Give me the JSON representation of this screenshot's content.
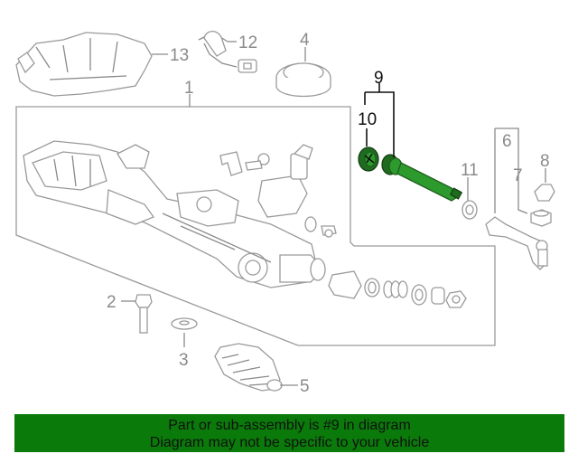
{
  "callouts": {
    "c1": "1",
    "c2": "2",
    "c3": "3",
    "c4": "4",
    "c5": "5",
    "c6": "6",
    "c7": "7",
    "c8": "8",
    "c9": "9",
    "c10": "10",
    "c11": "11",
    "c12": "12",
    "c13": "13"
  },
  "banner": {
    "line1": "Part or sub-assembly is #9 in diagram",
    "line2": "Diagram may not be specific to your vehicle"
  },
  "colors": {
    "banner_bg": "#0a7a0a",
    "highlight": "#2d9a2d",
    "callout_gray": "#8a8a8a"
  }
}
